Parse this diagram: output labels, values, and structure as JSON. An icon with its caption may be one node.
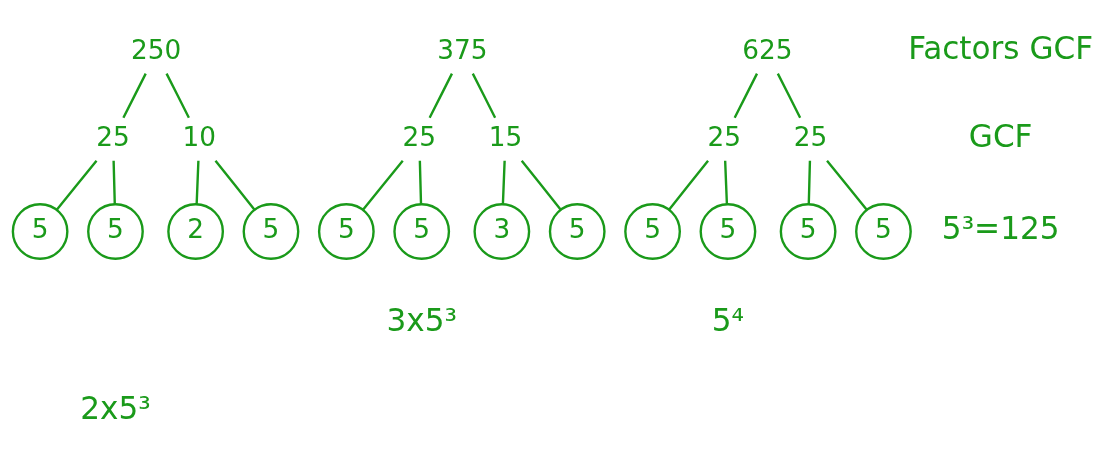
{
  "diagram": {
    "nodes": [
      {
        "text": [
          "250"
        ]
      },
      {
        "text": [
          "25"
        ]
      },
      {
        "text": [
          "10"
        ]
      },
      {
        "text": [
          "5"
        ]
      },
      {
        "text": [
          "5"
        ]
      },
      {
        "text": [
          "2"
        ]
      },
      {
        "text": [
          "5"
        ]
      },
      {
        "text": [
          "375"
        ]
      },
      {
        "text": [
          "25"
        ]
      },
      {
        "text": [
          "15"
        ]
      },
      {
        "text": [
          "5"
        ]
      },
      {
        "text": [
          "5"
        ]
      },
      {
        "text": [
          "3"
        ]
      },
      {
        "text": [
          "5"
        ]
      },
      {
        "text": [
          "625"
        ]
      },
      {
        "text": [
          "25"
        ]
      },
      {
        "text": [
          "25"
        ]
      },
      {
        "text": [
          "5"
        ]
      },
      {
        "text": [
          "5"
        ]
      },
      {
        "text": [
          "5"
        ]
      },
      {
        "text": [
          "5"
        ]
      }
    ],
    "edges": [
      {
        "from": 0,
        "to": 1,
        "arrow": "none"
      },
      {
        "from": 0,
        "to": 2,
        "arrow": "none"
      },
      {
        "from": 1,
        "to": 3,
        "arrow": "none"
      },
      {
        "from": 1,
        "to": 4,
        "arrow": "none"
      },
      {
        "from": 2,
        "to": 5,
        "arrow": "none"
      },
      {
        "from": 2,
        "to": 6,
        "arrow": "none"
      },
      {
        "from": 7,
        "to": 8,
        "arrow": "none"
      },
      {
        "from": 7,
        "to": 9,
        "arrow": "none"
      },
      {
        "from": 8,
        "to": 10,
        "arrow": "none"
      },
      {
        "from": 8,
        "to": 11,
        "arrow": "none"
      },
      {
        "from": 9,
        "to": 12,
        "arrow": "none"
      },
      {
        "from": 9,
        "to": 13,
        "arrow": "none"
      },
      {
        "from": 14,
        "to": 15,
        "arrow": "none"
      },
      {
        "from": 14,
        "to": 16,
        "arrow": "none"
      },
      {
        "from": 15,
        "to": 17,
        "arrow": "none"
      },
      {
        "from": 15,
        "to": 18,
        "arrow": "none"
      },
      {
        "from": 16,
        "to": 19,
        "arrow": "none"
      },
      {
        "from": 16,
        "to": 20,
        "arrow": "none"
      }
    ],
    "labels": [
      "Factors GCF",
      "GCF",
      "3x5³",
      "5⁴",
      "5³=125",
      "2x5³"
    ]
  }
}
